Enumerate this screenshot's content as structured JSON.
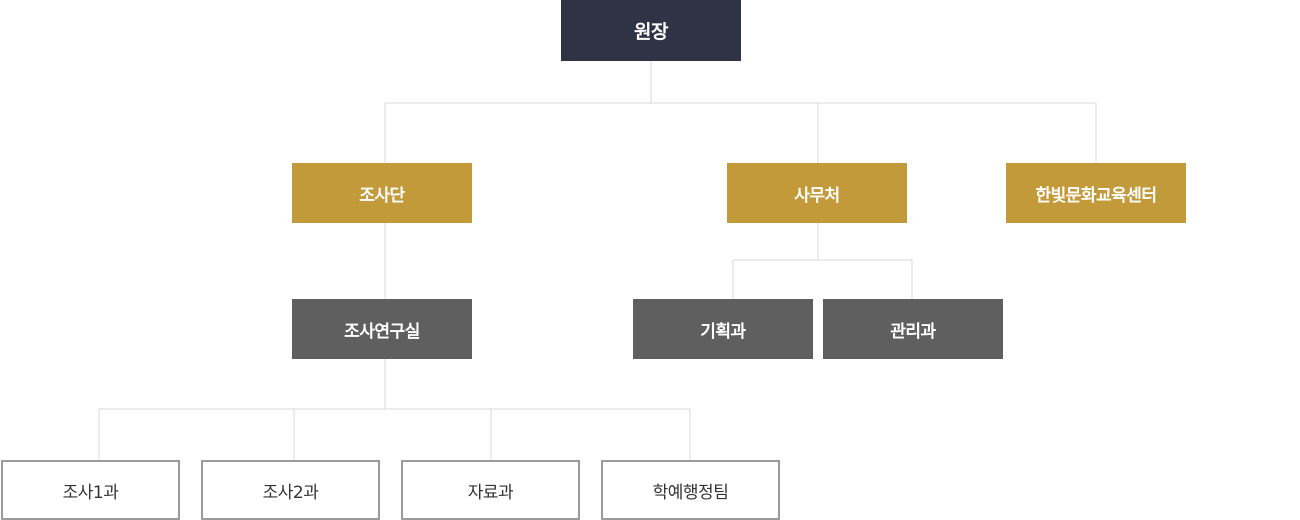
{
  "org": {
    "director": "원장",
    "survey_team": "조사단",
    "secretariat": "사무처",
    "education_center": "한빛문화교육센터",
    "research_office": "조사연구실",
    "planning": "기획과",
    "management": "관리과",
    "survey1": "조사1과",
    "survey2": "조사2과",
    "materials": "자료과",
    "academic_admin": "학예행정팀"
  },
  "colors": {
    "level0": "#2f3346",
    "level1": "#c39a3a",
    "level2": "#5f5f5f",
    "level3_border": "#9a9a9a",
    "connector": "#d9d9d9"
  }
}
